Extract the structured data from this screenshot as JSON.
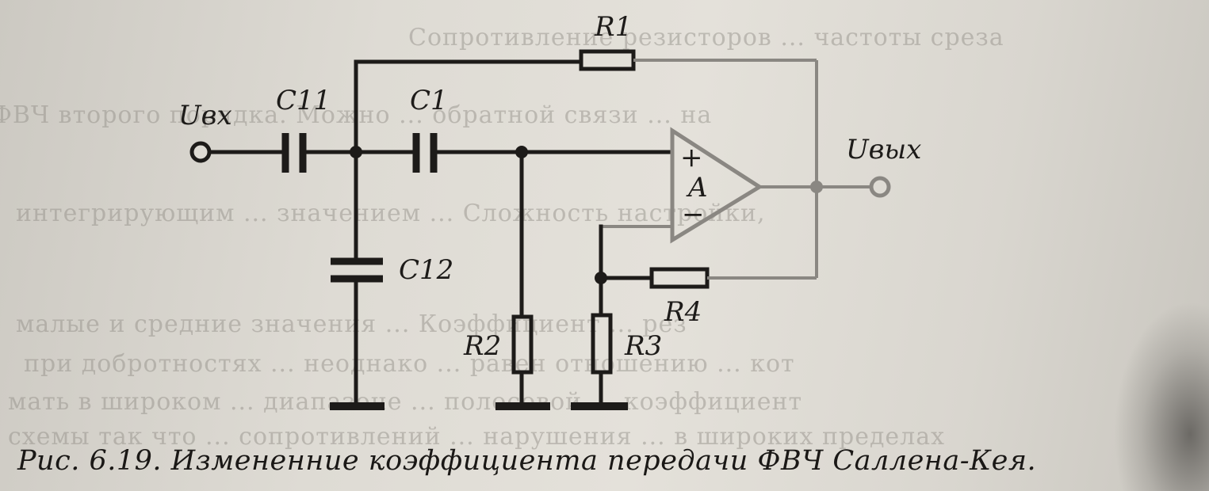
{
  "diagram": {
    "labels": {
      "uvx": "Uвх",
      "uvyx": "Uвых",
      "r1": "R1",
      "r2": "R2",
      "r3": "R3",
      "r4": "R4",
      "c1": "C1",
      "c11": "C11",
      "c12": "C12",
      "opamp": "A",
      "plus": "+",
      "minus": "−"
    }
  },
  "caption": "Рис. 6.19. Измененние коэффициента передачи ФВЧ Саллена-Кея.",
  "background_text": [
    "Сопротивление резисторов ... частоты среза",
    "ФВЧ второго порядка. Можно ... обратной связи ... на",
    "интегрирующим ... значением ... Сложность настройки,",
    "малые и средние значения ... Коэффициент ... рез",
    "при добротностях ... неоднако ... равен отношению ... кот",
    "мать в широком ... диапазоне ... полосовой ... коэффициент",
    "схемы так что ... сопротивлений ... нарушения ... в широких пределах"
  ],
  "colors": {
    "ink": "#1d1b19",
    "feedback": "#8a8782",
    "paper": "#dedbd4"
  }
}
